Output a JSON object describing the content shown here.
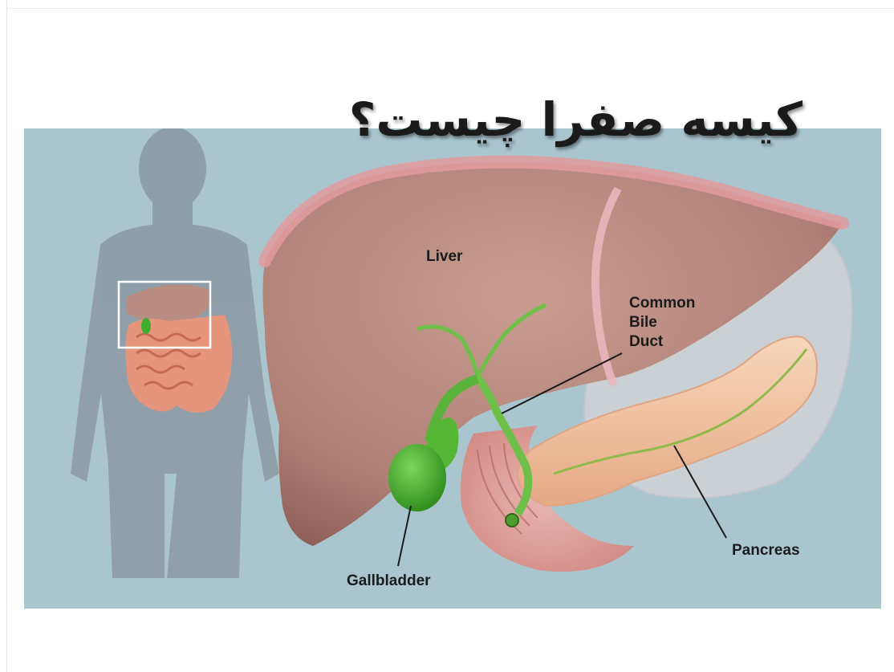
{
  "title": "کیسه صفرا چیست؟",
  "labels": {
    "liver": "Liver",
    "common_bile_duct": [
      "Common",
      "Bile",
      "Duct"
    ],
    "gallbladder": "Gallbladder",
    "pancreas": "Pancreas"
  },
  "colors": {
    "background": "#a9c6cf",
    "silhouette": "#8e9da8",
    "liver": "#b98d82",
    "gallbladder": "#3fae2a",
    "pancreas": "#f3c9a6"
  }
}
